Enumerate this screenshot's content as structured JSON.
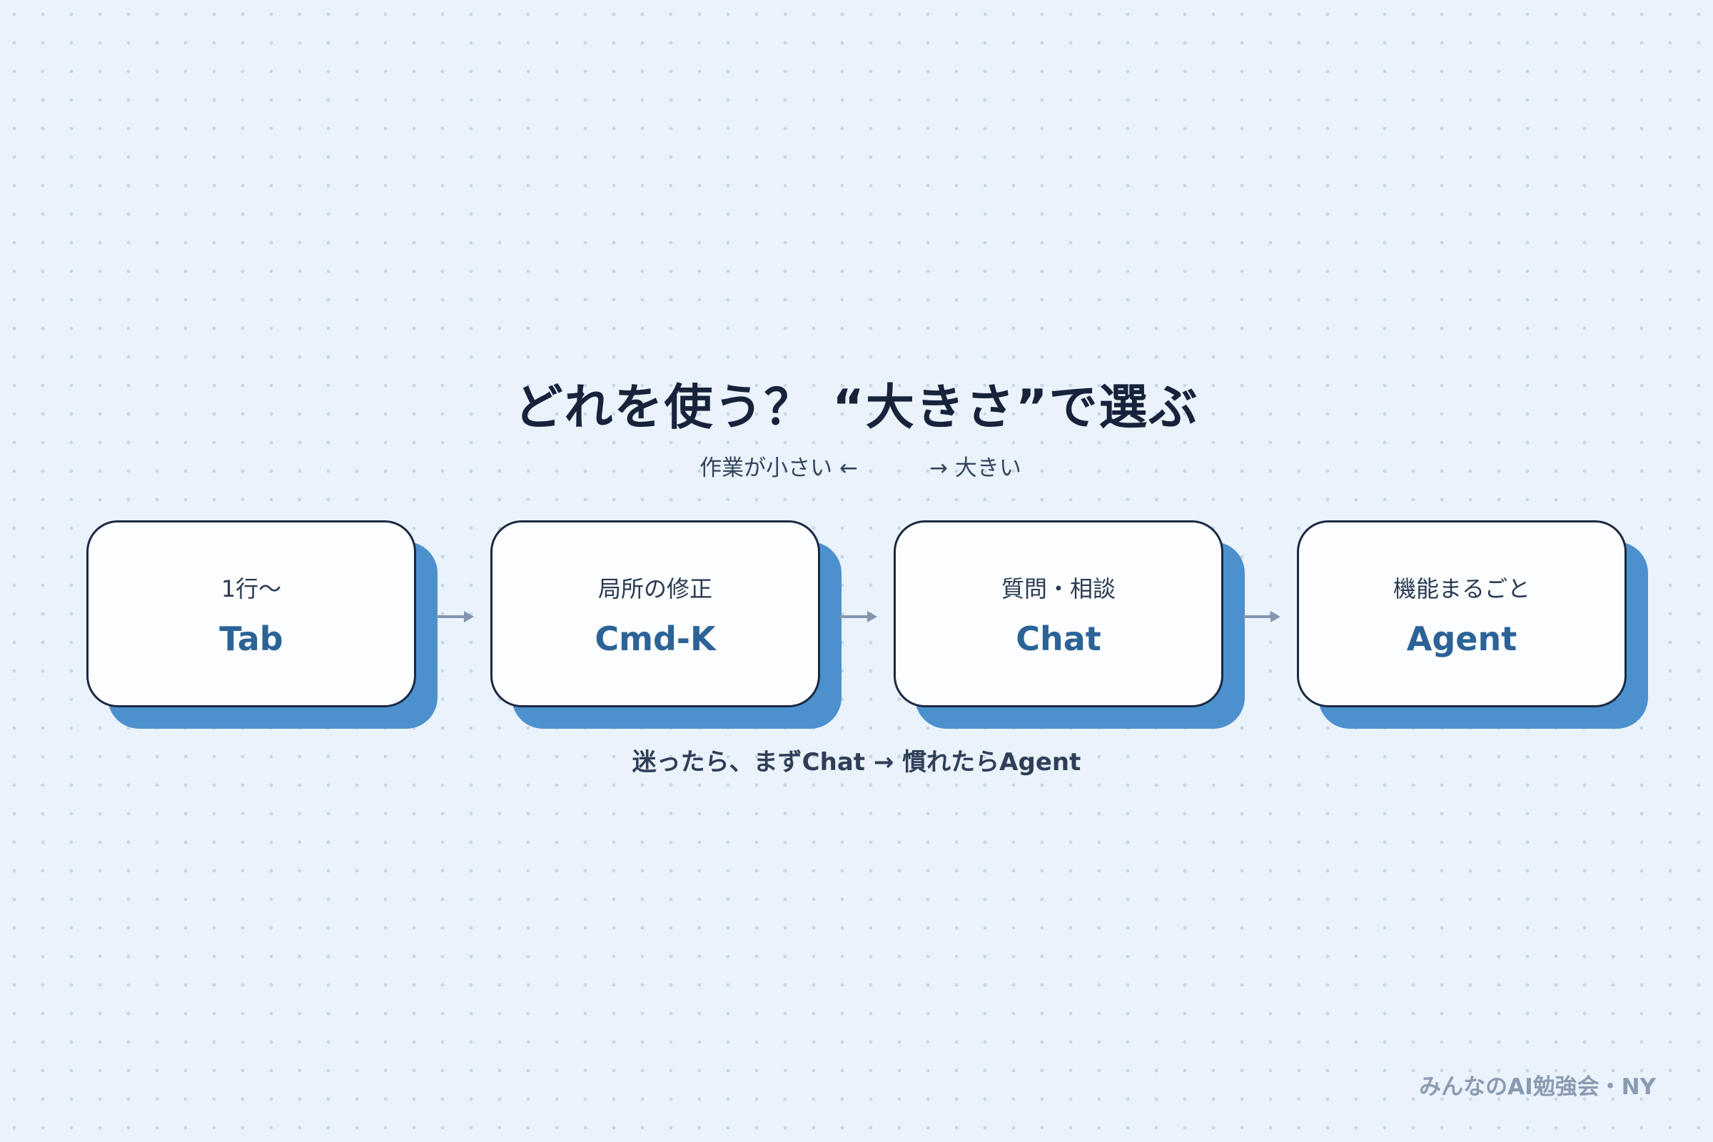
{
  "title": "どれを使う？ “大きさ”で選ぶ",
  "scale": {
    "small_label": "作業が小さい ←",
    "large_label": "→ 大きい"
  },
  "cards": [
    {
      "sub": "1行〜",
      "name": "Tab"
    },
    {
      "sub": "局所の修正",
      "name": "Cmd-K"
    },
    {
      "sub": "質問・相談",
      "name": "Chat"
    },
    {
      "sub": "機能まるごと",
      "name": "Agent"
    }
  ],
  "tagline": "迷ったら、まずChat → 慣れたらAgent",
  "footer": "みんなのAI勉強会・NY",
  "colors": {
    "background": "#eaf3fc",
    "card_shadow": "#4c90cd",
    "card_border": "#1b2942",
    "accent_text": "#2c6397",
    "arrow": "#8496ad"
  }
}
